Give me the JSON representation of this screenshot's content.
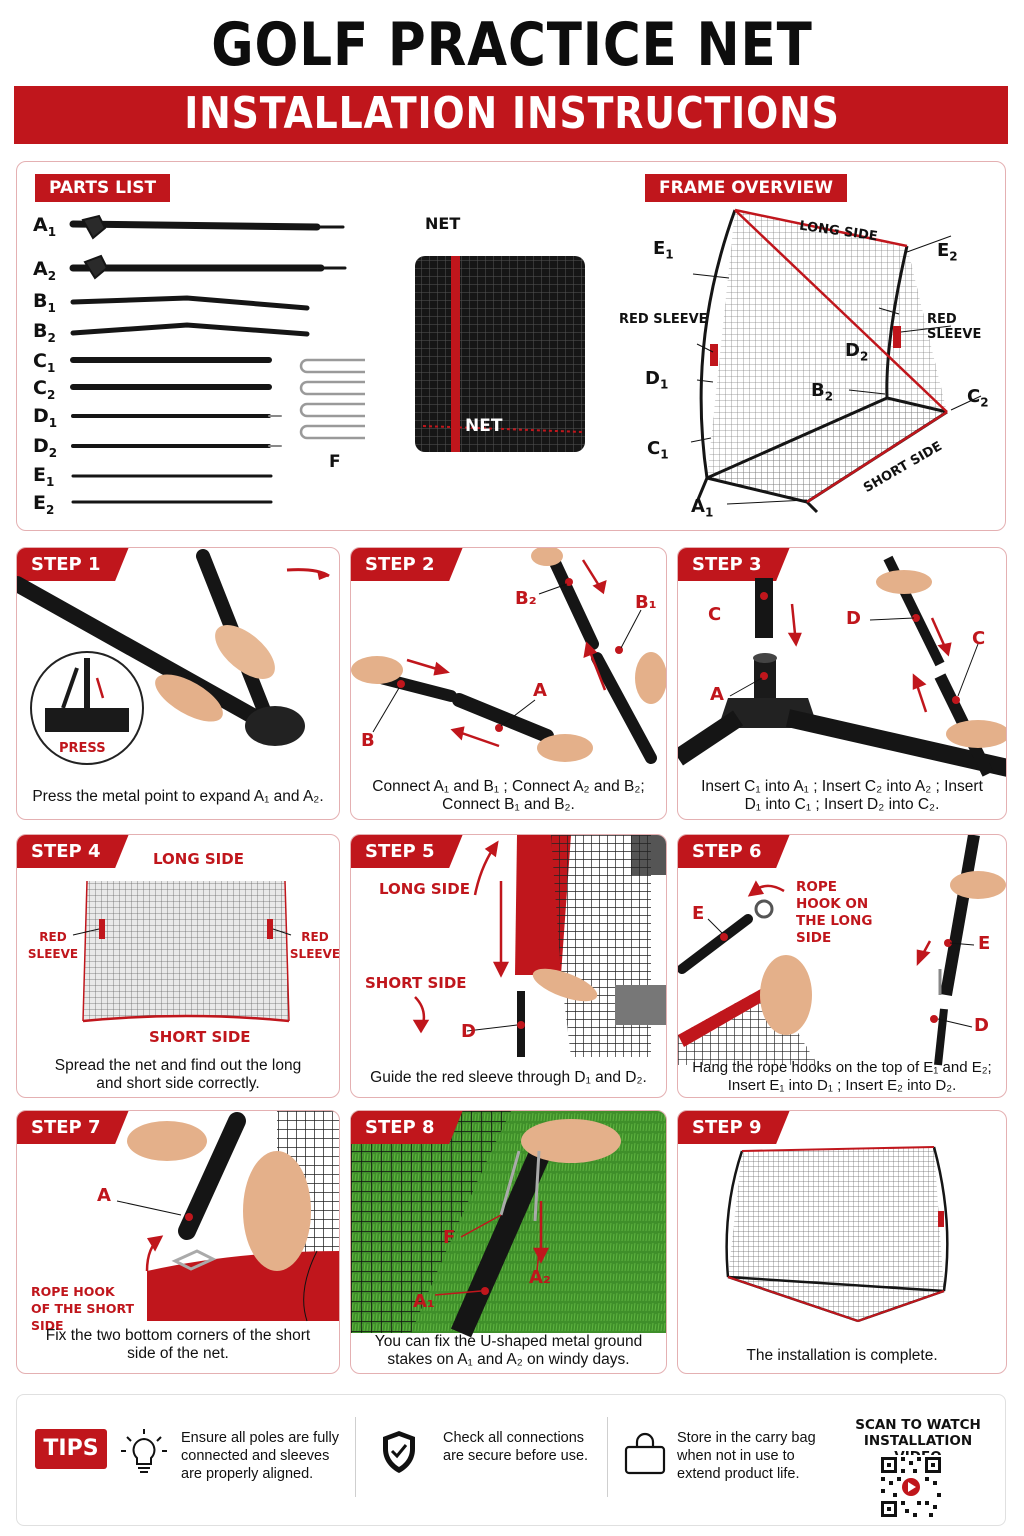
{
  "header": {
    "title": "GOLF PRACTICE NET",
    "subtitle": "INSTALLATION INSTRUCTIONS"
  },
  "parts": {
    "tag": "PARTS LIST",
    "net_label": "NET",
    "net_bag_label": "NET",
    "stake_label": "F",
    "items": [
      {
        "letter": "A",
        "sub": "1"
      },
      {
        "letter": "A",
        "sub": "2"
      },
      {
        "letter": "B",
        "sub": "1"
      },
      {
        "letter": "B",
        "sub": "2"
      },
      {
        "letter": "C",
        "sub": "1"
      },
      {
        "letter": "C",
        "sub": "2"
      },
      {
        "letter": "D",
        "sub": "1"
      },
      {
        "letter": "D",
        "sub": "2"
      },
      {
        "letter": "E",
        "sub": "1"
      },
      {
        "letter": "E",
        "sub": "2"
      }
    ]
  },
  "overview": {
    "tag": "FRAME OVERVIEW",
    "long_side": "LONG SIDE",
    "short_side": "SHORT SIDE",
    "red_sleeve_left": "RED SLEEVE",
    "red_sleeve_right": "RED SLEEVE",
    "e1": {
      "letter": "E",
      "sub": "1"
    },
    "e2": {
      "letter": "E",
      "sub": "2"
    },
    "d1": {
      "letter": "D",
      "sub": "1"
    },
    "d2": {
      "letter": "D",
      "sub": "2"
    },
    "b2": {
      "letter": "B",
      "sub": "2"
    },
    "c1": {
      "letter": "C",
      "sub": "1"
    },
    "c2": {
      "letter": "C",
      "sub": "2"
    },
    "a1": {
      "letter": "A",
      "sub": "1"
    }
  },
  "steps": [
    {
      "tag": "STEP 1",
      "caption": "Press the metal point to expand A₁ and A₂.",
      "labels": {
        "press": "PRESS"
      }
    },
    {
      "tag": "STEP 2",
      "caption": "Connect A₁ and B₁ ; Connect A₂ and B₂; Connect B₁ and B₂.",
      "labels": {
        "b2": "B₂",
        "b1": "B₁",
        "a": "A",
        "b": "B"
      }
    },
    {
      "tag": "STEP 3",
      "caption": "Insert C₁ into A₁ ; Insert C₂ into A₂ ; Insert D₁ into C₁ ; Insert D₂ into C₂.",
      "labels": {
        "c_left": "C",
        "d": "D",
        "c_right": "C",
        "a": "A"
      }
    },
    {
      "tag": "STEP 4",
      "caption": "Spread the net and find out the long and short side correctly.",
      "labels": {
        "long": "LONG SIDE",
        "short": "SHORT SIDE",
        "sleeve_l": "RED SLEEVE",
        "sleeve_r": "RED SLEEVE"
      }
    },
    {
      "tag": "STEP 5",
      "caption": "Guide the red sleeve through D₁ and D₂.",
      "labels": {
        "long": "LONG SIDE",
        "short": "SHORT SIDE",
        "d": "D"
      }
    },
    {
      "tag": "STEP 6",
      "caption": "Hang the rope hooks on the top of E₁ and E₂; Insert E₁ into D₁ ; Insert E₂ into D₂.",
      "labels": {
        "hook": "ROPE HOOK ON THE LONG SIDE",
        "e_left": "E",
        "e_right": "E",
        "d": "D"
      }
    },
    {
      "tag": "STEP 7",
      "caption": "Fix the two bottom corners of the short side of the net.",
      "labels": {
        "a": "A",
        "hook": "ROPE HOOK OF THE SHORT SIDE"
      }
    },
    {
      "tag": "STEP 8",
      "caption": "You can fix the U-shaped metal ground stakes on A₁ and A₂ on windy days.",
      "labels": {
        "f": "F",
        "a1": "A₁",
        "a2": "A₂"
      }
    },
    {
      "tag": "STEP 9",
      "caption": "The installation is complete.",
      "labels": {}
    }
  ],
  "tips": {
    "badge": "TIPS",
    "items": [
      {
        "icon": "lightbulb-icon",
        "text": "Ensure all poles are fully connected and sleeves are properly aligned."
      },
      {
        "icon": "shield-check-icon",
        "text": "Check all connections are secure before use."
      },
      {
        "icon": "bag-icon",
        "text": "Store in the carry bag when not in use to extend product life."
      }
    ],
    "qr_title": "SCAN TO WATCH INSTALLATION VIDEO"
  },
  "colors": {
    "accent": "#c0161c",
    "pole": "#151515",
    "net": "#1a1a1a",
    "grass": "#3f8f2a"
  }
}
